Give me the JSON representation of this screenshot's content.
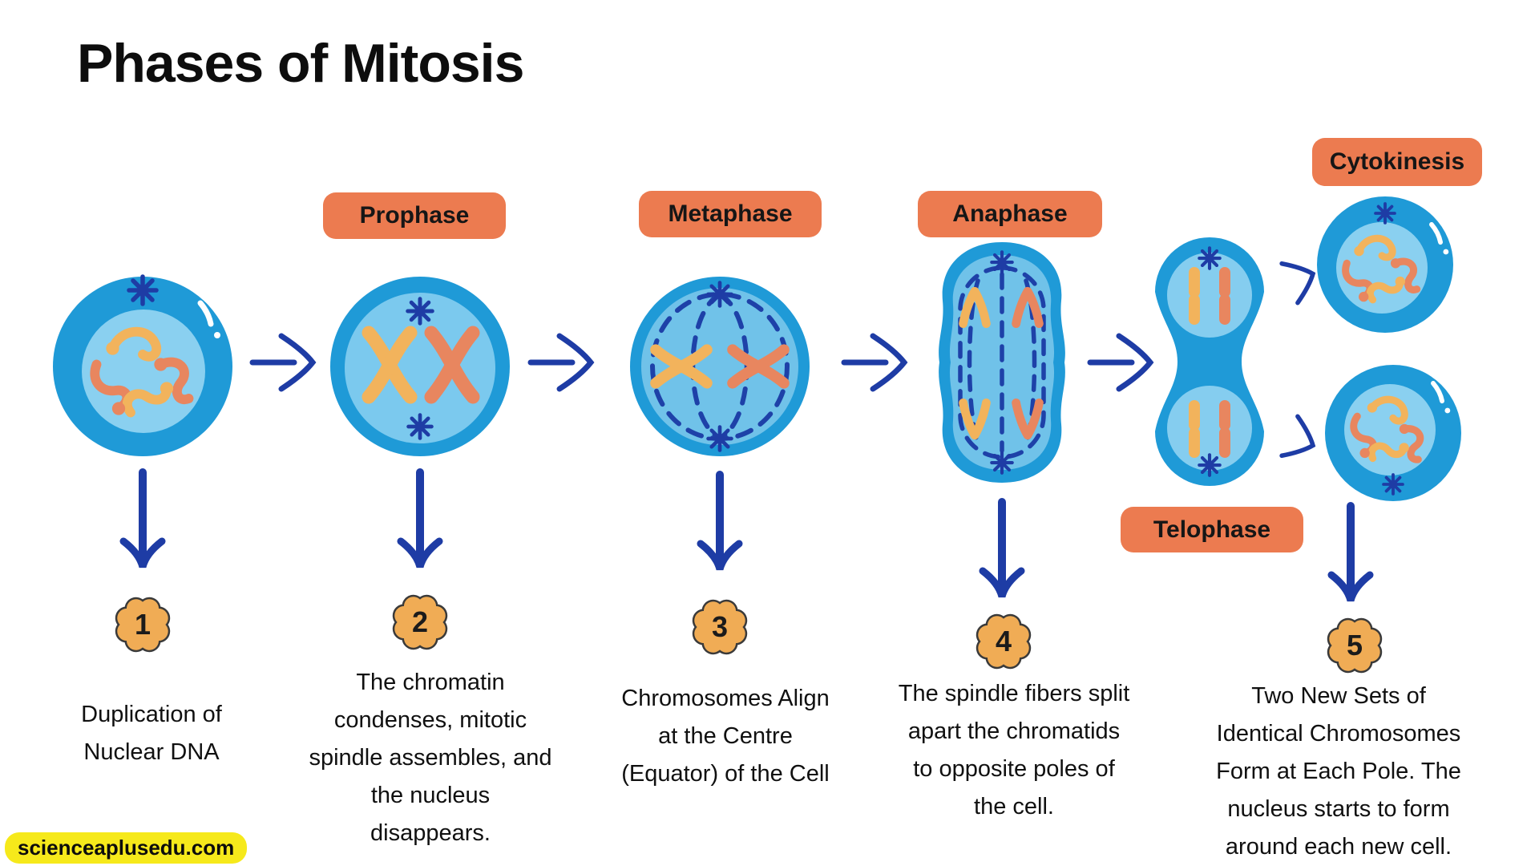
{
  "title": "Phases of Mitosis",
  "watermark": "scienceaplusedu.com",
  "phase_labels": {
    "prophase": "Prophase",
    "metaphase": "Metaphase",
    "anaphase": "Anaphase",
    "telophase": "Telophase",
    "cytokinesis": "Cytokinesis"
  },
  "steps": [
    {
      "number": "1",
      "lines": [
        "Duplication of",
        "Nuclear DNA"
      ]
    },
    {
      "number": "2",
      "lines": [
        "The chromatin",
        "condenses, mitotic",
        "spindle assembles, and",
        "the nucleus",
        "disappears."
      ]
    },
    {
      "number": "3",
      "lines": [
        "Chromosomes Align",
        "at the Centre",
        "(Equator) of the Cell"
      ]
    },
    {
      "number": "4",
      "lines": [
        "The spindle fibers split",
        "apart the chromatids",
        "to opposite poles of",
        "the cell."
      ]
    },
    {
      "number": "5",
      "lines": [
        "Two New Sets of",
        "Identical Chromosomes",
        "Form at Each Pole. The",
        "nucleus starts to form",
        "around each new cell."
      ]
    }
  ],
  "colors": {
    "label_orange": "#EC7B50",
    "badge_orange": "#F0AC55",
    "cell_blue": "#1F9AD7",
    "nucleus_light_blue": "#8AD0F0",
    "inner_mid_blue": "#70C2E9",
    "deep_blue": "#1E3CA5",
    "chromosome_yellow": "#F2B35C",
    "chromosome_salmon": "#E8865F",
    "watermark_yellow": "#F6E91B"
  }
}
